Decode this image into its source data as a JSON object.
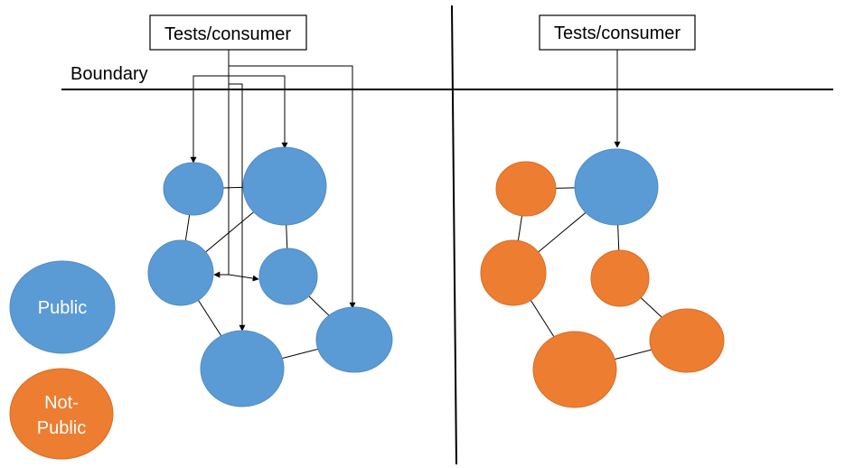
{
  "colors": {
    "public": "#5b9bd5",
    "not_public": "#ed7d31",
    "stroke_public": "#4f8cc4",
    "stroke_not_public": "#d86e26"
  },
  "left_panel": {
    "consumer_label": "Tests/consumer",
    "boundary_label": "Boundary"
  },
  "right_panel": {
    "consumer_label": "Tests/consumer"
  },
  "legend": {
    "public_label": "Public",
    "not_public_line1": "Not-",
    "not_public_line2": "Public"
  },
  "nodes": [
    "n1",
    "n2",
    "n3",
    "n4",
    "n5",
    "n6"
  ],
  "edges": [
    [
      "n1",
      "n2"
    ],
    [
      "n1",
      "n3"
    ],
    [
      "n2",
      "n3"
    ],
    [
      "n2",
      "n4"
    ],
    [
      "n4",
      "n5"
    ],
    [
      "n3",
      "n6"
    ],
    [
      "n6",
      "n5"
    ]
  ],
  "left_visibility": {
    "n1": "public",
    "n2": "public",
    "n3": "public",
    "n4": "public",
    "n5": "public",
    "n6": "public"
  },
  "right_visibility": {
    "n1": "not_public",
    "n2": "public",
    "n3": "not_public",
    "n4": "not_public",
    "n5": "not_public",
    "n6": "not_public"
  },
  "left_consumer_targets": [
    "n1",
    "n2",
    "n3",
    "n4",
    "n5",
    "n6"
  ],
  "right_consumer_targets": [
    "n2"
  ]
}
